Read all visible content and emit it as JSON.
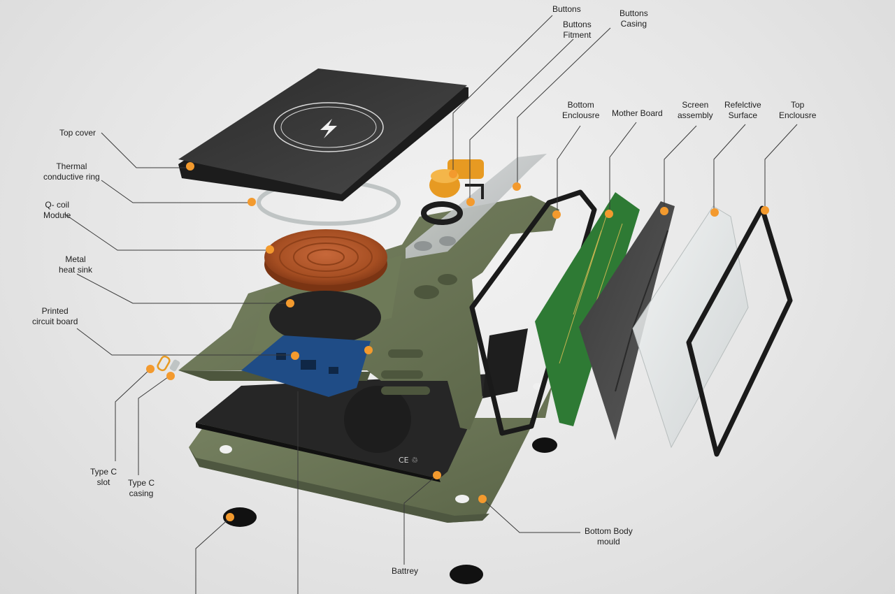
{
  "colors": {
    "accent_dot": "#f39a2e",
    "leader_line": "#3a3a3a",
    "body_olive": "#6c7757",
    "top_cover": "#3b3b3b",
    "coil_copper": "#b85a2c",
    "pcb_green": "#2e7a34",
    "pcb_blue": "#1f4c86",
    "button_orange": "#e79a22"
  },
  "labels": {
    "buttons": "Buttons",
    "buttons_fitment": {
      "line1": "Buttons",
      "line2": "Fitment"
    },
    "buttons_casing": {
      "line1": "Buttons",
      "line2": "Casing"
    },
    "top_cover": "Top cover",
    "thermal_ring": {
      "line1": "Thermal",
      "line2": "conductive ring"
    },
    "qcoil": {
      "line1": "Q- coil",
      "line2": "Module"
    },
    "heat_sink": {
      "line1": "Metal",
      "line2": "heat sink"
    },
    "pcb": {
      "line1": "Printed",
      "line2": "circuit board"
    },
    "typec_slot": {
      "line1": "Type C",
      "line2": "slot"
    },
    "typec_casing": {
      "line1": "Type C",
      "line2": "casing"
    },
    "bottom_enclosure": {
      "line1": "Bottom",
      "line2": "Enclousre"
    },
    "mother_board": "Mother Board",
    "screen_assembly": {
      "line1": "Screen",
      "line2": "assembly"
    },
    "reflective_surface": {
      "line1": "Refelctive",
      "line2": "Surface"
    },
    "top_enclosure": {
      "line1": "Top",
      "line2": "Enclousre"
    },
    "bottom_body": {
      "line1": "Bottom Body",
      "line2": "mould"
    },
    "battery": "Battrey"
  }
}
